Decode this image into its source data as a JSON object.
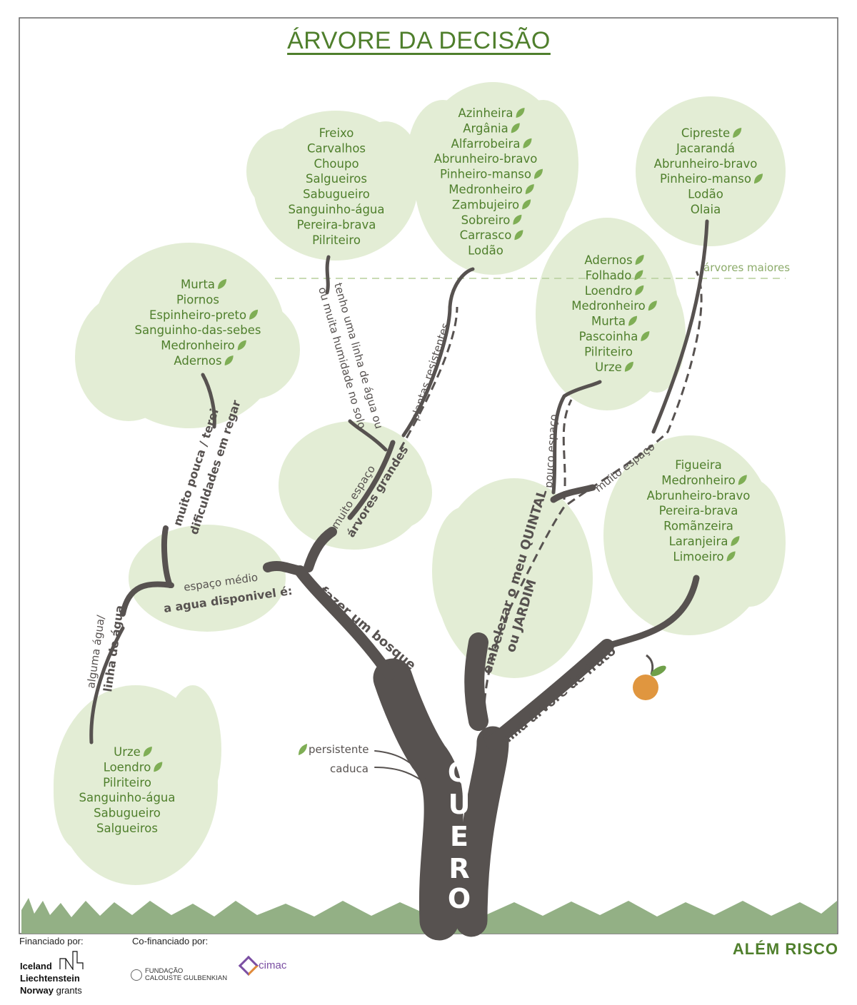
{
  "title": "ÁRVORE DA DECISÃO",
  "colors": {
    "green_text": "#4f7f2c",
    "branch": "#575250",
    "foliage": "#e3edd5",
    "grass": "#93b085",
    "fruit": "#e0963f"
  },
  "trunk_label": [
    "Q",
    "U",
    "E",
    "R",
    "O"
  ],
  "branches": {
    "bosque": "fazer um bosque",
    "quintal_1": "embelezar o meu QUINTAL",
    "quintal_2": "ou JARDIM",
    "fruto": "uma árvore de fruto",
    "espaco_medio": "espaço médio",
    "agua_disponivel": "a agua disponivel é:",
    "pouca_1": "muito pouca / terei",
    "pouca_2": "dificuldades em regar",
    "alguma_1": "alguma água/",
    "alguma_2": "linha de água",
    "muito_espaco_1": "muito espaço",
    "muito_espaco_2": "árvores grandes",
    "linha_1": "tenho uma linha de água ou",
    "linha_2": "ou muita humidade no solo",
    "resistentes": "plantas resistentes",
    "pouco_espaco": "pouco espaço",
    "muito_espaco_quintal": "muito espaço",
    "arvores_maiores": "árvores maiores"
  },
  "legend": {
    "persistente": "persistente",
    "caduca": "caduca"
  },
  "clusters": [
    {
      "id": "humidade",
      "items": [
        {
          "n": "Freixo"
        },
        {
          "n": "Carvalhos"
        },
        {
          "n": "Choupo"
        },
        {
          "n": "Salgueiros"
        },
        {
          "n": "Sabugueiro"
        },
        {
          "n": "Sanguinho-água"
        },
        {
          "n": "Pereira-brava"
        },
        {
          "n": "Pilriteiro"
        }
      ]
    },
    {
      "id": "resistentes",
      "items": [
        {
          "n": "Azinheira",
          "p": true
        },
        {
          "n": "Argânia",
          "p": true
        },
        {
          "n": "Alfarrobeira",
          "p": true
        },
        {
          "n": "Abrunheiro-bravo"
        },
        {
          "n": "Pinheiro-manso",
          "p": true
        },
        {
          "n": "Medronheiro",
          "p": true
        },
        {
          "n": "Zambujeiro",
          "p": true
        },
        {
          "n": "Sobreiro",
          "p": true
        },
        {
          "n": "Carrasco",
          "p": true
        },
        {
          "n": "Lodão"
        }
      ]
    },
    {
      "id": "maiores",
      "items": [
        {
          "n": "Cipreste",
          "p": true
        },
        {
          "n": "Jacarandá"
        },
        {
          "n": "Abrunheiro-bravo"
        },
        {
          "n": "Pinheiro-manso",
          "p": true
        },
        {
          "n": "Lodão"
        },
        {
          "n": "Olaia"
        }
      ]
    },
    {
      "id": "pouca_agua",
      "items": [
        {
          "n": "Murta",
          "p": true
        },
        {
          "n": "Piornos"
        },
        {
          "n": "Espinheiro-preto",
          "p": true
        },
        {
          "n": "Sanguinho-das-sebes"
        },
        {
          "n": "Medronheiro",
          "p": true
        },
        {
          "n": "Adernos",
          "p": true
        }
      ]
    },
    {
      "id": "pouco_espaco",
      "items": [
        {
          "n": "Adernos",
          "p": true
        },
        {
          "n": "Folhado",
          "p": true
        },
        {
          "n": "Loendro",
          "p": true
        },
        {
          "n": "Medronheiro",
          "p": true
        },
        {
          "n": "Murta",
          "p": true
        },
        {
          "n": "Pascoinha",
          "p": true
        },
        {
          "n": "Pilriteiro"
        },
        {
          "n": "Urze",
          "p": true
        }
      ]
    },
    {
      "id": "fruto",
      "items": [
        {
          "n": "Figueira"
        },
        {
          "n": "Medronheiro",
          "p": true
        },
        {
          "n": "Abrunheiro-bravo"
        },
        {
          "n": "Pereira-brava"
        },
        {
          "n": "Romãnzeira"
        },
        {
          "n": "Laranjeira",
          "p": true
        },
        {
          "n": "Limoeiro",
          "p": true
        }
      ]
    },
    {
      "id": "alguma_agua",
      "items": [
        {
          "n": "Urze",
          "p": true
        },
        {
          "n": "Loendro",
          "p": true
        },
        {
          "n": "Pilriteiro"
        },
        {
          "n": "Sanguinho-água"
        },
        {
          "n": "Sabugueiro"
        },
        {
          "n": "Salgueiros"
        }
      ]
    }
  ],
  "footer": {
    "financiado": "Financiado por:",
    "cofinanciado": "Co-financiado por:",
    "eea_1": "Iceland",
    "eea_2": "Liechtenstein",
    "eea_3": "Norway",
    "eea_4": "grants",
    "gulbenkian_1": "FUNDAÇÃO",
    "gulbenkian_2": "CALOUSTE GULBENKIAN",
    "cimac": "cimac",
    "brand": "ALÉM RISCO"
  }
}
